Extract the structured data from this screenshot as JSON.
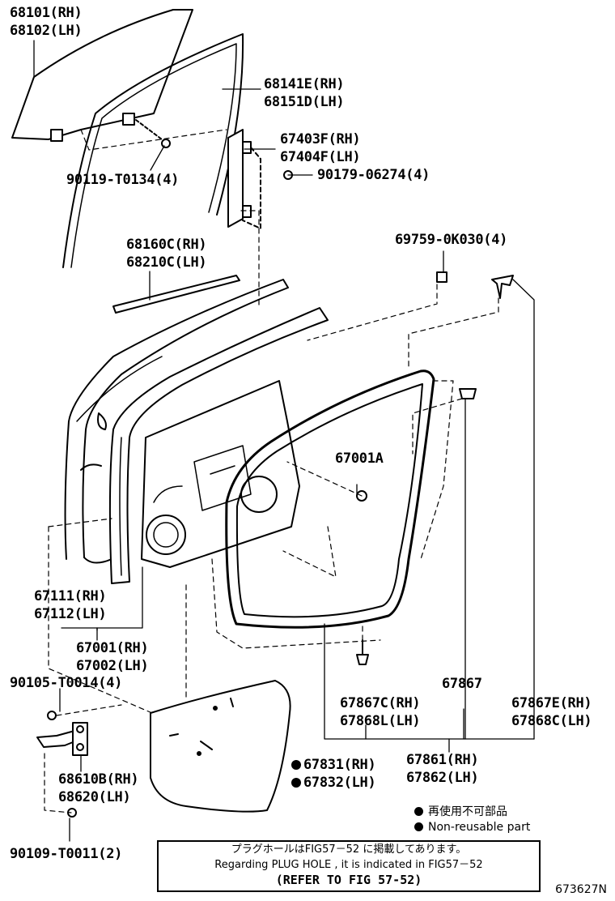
{
  "parts": {
    "glass": [
      "68101(RH)",
      "68102(LH)"
    ],
    "run": [
      "68141E(RH)",
      "68151D(LH)"
    ],
    "channel": [
      "67403F(RH)",
      "67404F(LH)"
    ],
    "bolt_glass": "90119-T0134(4)",
    "nut_channel": "90179-06274(4)",
    "weatherstrip_outer": [
      "68160C(RH)",
      "68210C(LH)"
    ],
    "clip_top": "69759-0K030(4)",
    "plug": "67001A",
    "hinge_cover": [
      "67111(RH)",
      "67112(LH)"
    ],
    "door_panel": [
      "67001(RH)",
      "67002(LH)"
    ],
    "bolt_hinge": "90105-T0014(4)",
    "door_check": [
      "68610B(RH)",
      "68620(LH)"
    ],
    "bolt_check": "90109-T0011(2)",
    "service_hole_cover": [
      "67831(RH)",
      "67832(LH)"
    ],
    "clip_a": "67867",
    "clip_b": [
      "67867C(RH)",
      "67868L(LH)"
    ],
    "clip_c": [
      "67867E(RH)",
      "67868C(LH)"
    ],
    "door_weatherstrip": [
      "67861(RH)",
      "67862(LH)"
    ]
  },
  "legend": {
    "jp": "再使用不可部品",
    "en": "Non-reusable part"
  },
  "note": {
    "jp": "プラグホールはFIG57－52 に掲載してあります。",
    "en": "Regarding  PLUG  HOLE  , it  is  indicated  in  FIG57－52",
    "refer": "(REFER  TO  FIG  57-52)"
  },
  "drawing_id": "673627N"
}
